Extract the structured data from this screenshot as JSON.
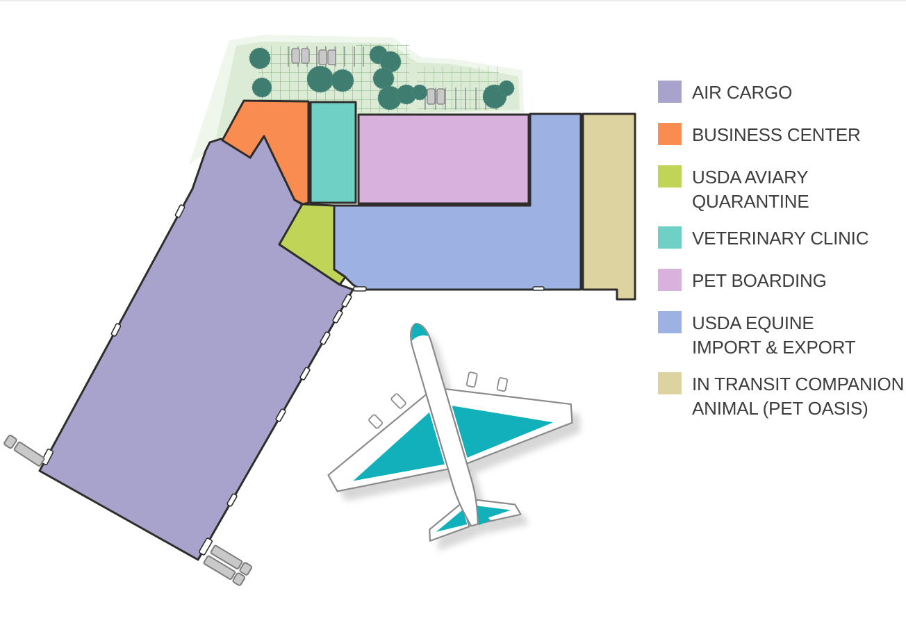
{
  "legend": {
    "text_color": "#3d3d3d",
    "items": [
      {
        "id": "air-cargo",
        "line1": "AIR CARGO",
        "line2": "",
        "color": "#a8a3cd"
      },
      {
        "id": "business-center",
        "line1": "BUSINESS CENTER",
        "line2": "",
        "color": "#f98d51"
      },
      {
        "id": "usda-aviary-quarantine",
        "line1": "USDA AVIARY",
        "line2": "QUARANTINE",
        "color": "#c0d558"
      },
      {
        "id": "veterinary-clinic",
        "line1": "VETERINARY CLINIC",
        "line2": "",
        "color": "#6fd0c6"
      },
      {
        "id": "pet-boarding",
        "line1": "PET BOARDING",
        "line2": "",
        "color": "#d8b1dd"
      },
      {
        "id": "usda-equine-import-export",
        "line1": "USDA EQUINE",
        "line2": "IMPORT & EXPORT",
        "color": "#9db2e2"
      },
      {
        "id": "in-transit-companion-animal",
        "line1": "IN TRANSIT COMPANION",
        "line2": "ANIMAL (PET OASIS)",
        "color": "#dcd3a0"
      }
    ]
  },
  "map": {
    "colors": {
      "outline": "#2e2d2b",
      "landscape": "#dcebd5",
      "parking_grid": "#94c192",
      "tree": "#3f7d71",
      "tree_texture": "#5d9184",
      "stall_line": "#909090",
      "vehicle": "#c9c9c9",
      "vehicle_outline": "#7c7c7c",
      "door": "#ffffff",
      "airplane_body": "#ffffff",
      "airplane_outline": "#8a8a8a",
      "airplane_accent": "#12b0ba",
      "airplane_shadow": "#b7b7b7"
    }
  }
}
